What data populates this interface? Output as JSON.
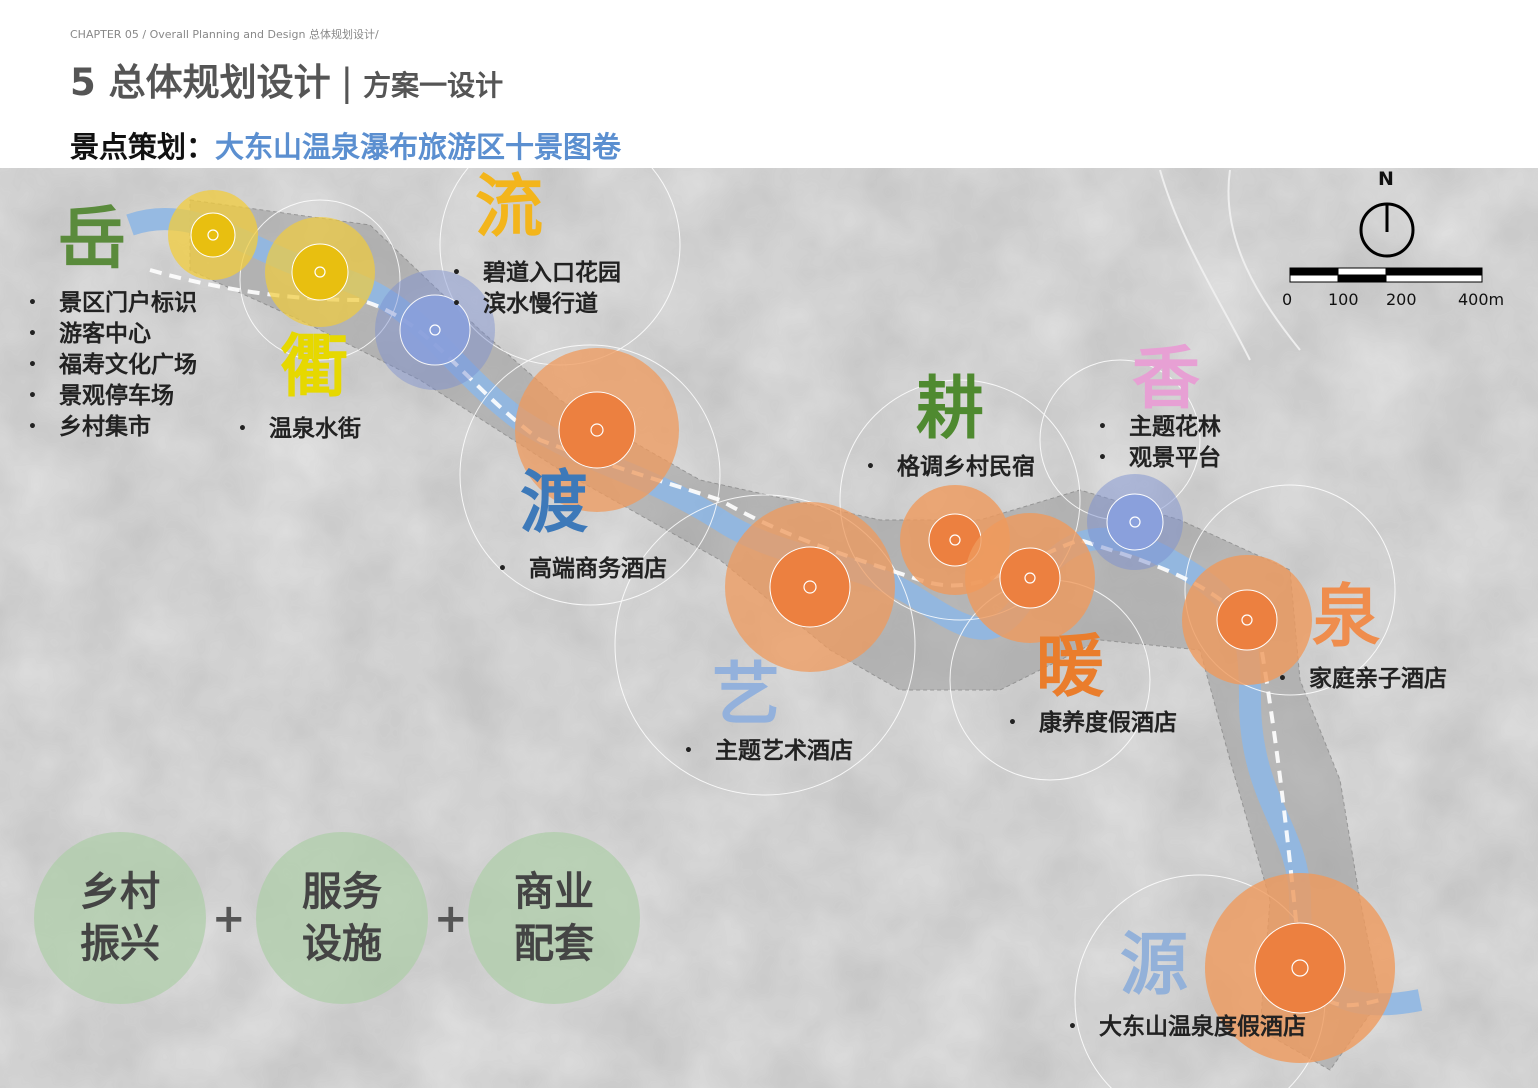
{
  "header": {
    "chapter": "CHAPTER 05 / Overall Planning and Design  总体规划设计/",
    "title": "5 总体规划设计",
    "separator": "|",
    "title_sub": "方案一设计",
    "subtitle_prefix": "景点策划：",
    "subtitle_main": "大东山温泉瀑布旅游区十景图卷"
  },
  "compass": {
    "north": "N"
  },
  "scale": {
    "labels": [
      "0",
      "100",
      "200",
      "400m"
    ]
  },
  "spots": [
    {
      "char": "岳",
      "color": "#5a8b3c",
      "items": [
        "景区门户标识",
        "游客中心",
        "福寿文化广场",
        "景观停车场",
        "乡村集市"
      ]
    },
    {
      "char": "流",
      "color": "#f3b51b",
      "items": [
        "碧道入口花园",
        "滨水慢行道"
      ]
    },
    {
      "char": "衢",
      "color": "#e6d800",
      "items": [
        "温泉水街"
      ]
    },
    {
      "char": "渡",
      "color": "#3d79b9",
      "items": [
        "高端商务酒店"
      ]
    },
    {
      "char": "艺",
      "color": "#93b1dc",
      "items": [
        "主题艺术酒店"
      ]
    },
    {
      "char": "耕",
      "color": "#4f8a30",
      "items": [
        "格调乡村民宿"
      ]
    },
    {
      "char": "香",
      "color": "#e7a0d4",
      "items": [
        "主题花林",
        "观景平台"
      ]
    },
    {
      "char": "暖",
      "color": "#ea7d2c",
      "items": [
        "康养度假酒店"
      ]
    },
    {
      "char": "泉",
      "color": "#ef8d4d",
      "items": [
        "家庭亲子酒店"
      ]
    },
    {
      "char": "源",
      "color": "#93b1d9",
      "items": [
        "大东山温泉度假酒店"
      ]
    }
  ],
  "themes": [
    {
      "line1": "乡村",
      "line2": "振兴"
    },
    {
      "line1": "服务",
      "line2": "设施"
    },
    {
      "line1": "商业",
      "line2": "配套"
    }
  ],
  "plus": "+"
}
